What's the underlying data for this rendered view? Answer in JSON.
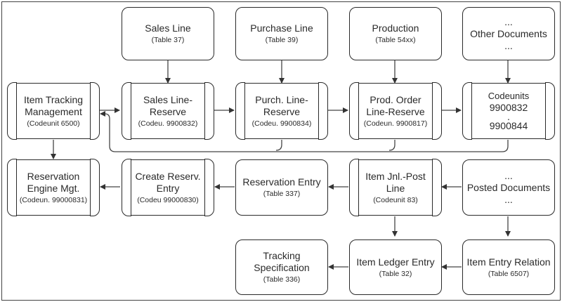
{
  "boxes": {
    "sales_line": {
      "title": "Sales Line",
      "sub": "(Table 37)"
    },
    "purchase_line": {
      "title": "Purchase Line",
      "sub": "(Table 39)"
    },
    "production": {
      "title": "Production",
      "sub": "(Table 54xx)"
    },
    "other_documents": {
      "l1": "...",
      "title": "Other Documents",
      "l3": "..."
    },
    "item_tracking_mgt": {
      "l1": "Item Tracking",
      "l2": "Management",
      "sub": "(Codeunit 6500)"
    },
    "sales_line_reserve": {
      "l1": "Sales Line-",
      "l2": "Reserve",
      "sub": "(Codeu. 9900832)"
    },
    "purch_line_reserve": {
      "l1": "Purch. Line-",
      "l2": "Reserve",
      "sub": "(Codeu. 9900834)"
    },
    "prod_order_line_reserve": {
      "l1": "Prod. Order",
      "l2": "Line-Reserve",
      "sub": "(Codeun. 9900817)"
    },
    "codeunits": {
      "l1": "Codeunits",
      "l2": "9900832",
      "l3": ".",
      "l4": "9900844"
    },
    "reservation_engine_mgt": {
      "l1": "Reservation",
      "l2": "Engine Mgt.",
      "sub": "(Codeun. 99000831)"
    },
    "create_reserv_entry": {
      "l1": "Create Reserv.",
      "l2": "Entry",
      "sub": "(Codeu 99000830)"
    },
    "reservation_entry": {
      "title": "Reservation Entry",
      "sub": "(Table 337)"
    },
    "item_jnl_post_line": {
      "l1": "Item Jnl.-Post",
      "l2": "Line",
      "sub": "(Codeunit 83)"
    },
    "posted_documents": {
      "l1": "...",
      "title": "Posted Documents",
      "l3": "..."
    },
    "tracking_specification": {
      "l1": "Tracking",
      "l2": "Specification",
      "sub": "(Table 336)"
    },
    "item_ledger_entry": {
      "title": "Item Ledger Entry",
      "sub": "(Table 32)"
    },
    "item_entry_relation": {
      "title": "Item Entry Relation",
      "sub": "(Table 6507)"
    }
  }
}
